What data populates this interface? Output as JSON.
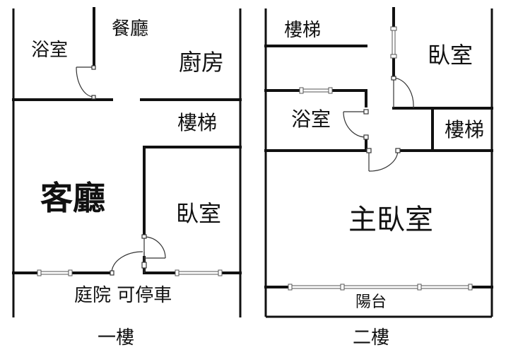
{
  "floor1": {
    "caption": "一樓",
    "rooms": {
      "bathroom": "浴室",
      "dining": "餐廳",
      "kitchen": "廚房",
      "stairs": "樓梯",
      "living": "客廳",
      "bedroom": "臥室",
      "courtyard": "庭院 可停車"
    }
  },
  "floor2": {
    "caption": "二樓",
    "rooms": {
      "stairs_top": "樓梯",
      "bedroom": "臥室",
      "bathroom": "浴室",
      "stairs_right": "樓梯",
      "master_bedroom": "主臥室",
      "balcony": "陽台"
    }
  },
  "colors": {
    "wall": "#111111",
    "thin_line": "#555555",
    "background": "#ffffff"
  }
}
